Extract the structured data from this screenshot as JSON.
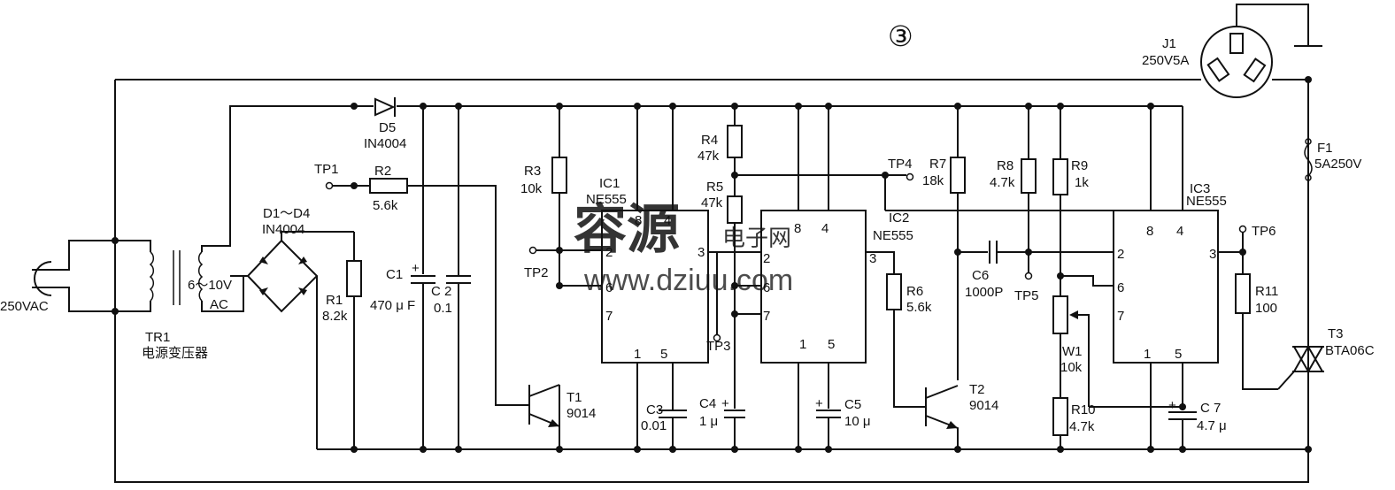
{
  "figure_marker": "③",
  "labels": {
    "vac": "250VAC",
    "tr1": "TR1",
    "tr1_desc": "电源变压器",
    "sec": "6～10V",
    "ac": "AC",
    "bridge": "D1～D4",
    "bridge_part": "IN4004",
    "d5": "D5",
    "d5_part": "IN4004",
    "tp1": "TP1",
    "tp2": "TP2",
    "tp3": "TP3",
    "tp4": "TP4",
    "tp5": "TP5",
    "tp6": "TP6",
    "r1": "R1",
    "r1_val": "8.2k",
    "r2": "R2",
    "r2_val": "5.6k",
    "c1": "C1",
    "c1_val": "470 μ F",
    "c2": "C 2",
    "c2_val": "0.1",
    "r3": "R3",
    "r3_val": "10k",
    "ic1": "IC1",
    "ic1_part": "NE555",
    "t1": "T1",
    "t1_part": "9014",
    "c3": "C3",
    "c3_val": "0.01",
    "r4": "R4",
    "r4_val": "47k",
    "r5": "R5",
    "r5_val": "47k",
    "c4": "C4",
    "c4_val": "1 μ",
    "ic2": "IC2",
    "ic2_part": "NE555",
    "c5": "C5",
    "c5_val": "10 μ",
    "r6": "R6",
    "r6_val": "5.6k",
    "r7": "R7",
    "r7_val": "18k",
    "c6": "C6",
    "c6_val": "1000P",
    "t2": "T2",
    "t2_part": "9014",
    "r8": "R8",
    "r8_val": "4.7k",
    "r9": "R9",
    "r9_val": "1k",
    "w1": "W1",
    "w1_val": "10k",
    "r10": "R10",
    "r10_val": "4.7k",
    "ic3": "IC3",
    "ic3_part": "NE555",
    "c7": "C 7",
    "c7_val": "4.7 μ",
    "r11": "R11",
    "r11_val": "100",
    "t3": "T3",
    "t3_part": "BTA06C",
    "f1": "F1",
    "f1_val": "5A250V",
    "j1": "J1",
    "j1_val": "250V5A"
  },
  "pins": {
    "p8": "8",
    "p4": "4",
    "p2": "2",
    "p6": "6",
    "p7": "7",
    "p3": "3",
    "p1": "1",
    "p5": "5"
  },
  "polarity": "+",
  "watermark": {
    "cn": "容源",
    "sub": "电子网",
    "url": "www.dziuu.com"
  },
  "colors": {
    "ink": "#111111",
    "watermark_blue": "#7fb8e6",
    "watermark_red": "#e79a86",
    "watermark_green": "#86c386"
  }
}
